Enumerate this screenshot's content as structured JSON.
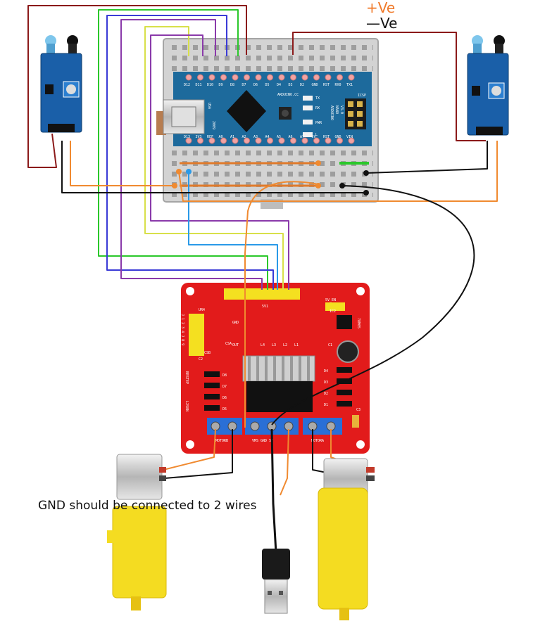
{
  "legend": {
    "positive": "+Ve",
    "negative": "—Ve",
    "positive_color": "#f07a2a",
    "negative_color": "#111111"
  },
  "note": "GND should be connected to 2 wires",
  "arduino": {
    "brand": "ARDUINO.CC",
    "model_line1": "ARDUINO",
    "model_line2": "NANO",
    "model_line3": "V3.0",
    "usa": "USA",
    "year": "2009",
    "icsp": "ICSP",
    "tx": "TX",
    "rx": "RX",
    "pwr": "PWR",
    "l": "L",
    "top_pins": [
      "D12",
      "D11",
      "D10",
      "D9",
      "D8",
      "D7",
      "D6",
      "D5",
      "D4",
      "D3",
      "D2",
      "GND",
      "RST",
      "RX0",
      "TX1"
    ],
    "bottom_pins": [
      "D13",
      "3V3",
      "REF",
      "A0",
      "A1",
      "A2",
      "A3",
      "A4",
      "A5",
      "A6",
      "A7",
      "5V",
      "RST",
      "GND",
      "VIN"
    ]
  },
  "driver": {
    "model": "L298N",
    "brand": "BESTEP",
    "motor_a": "MOTORA",
    "motor_b": "MOTORB",
    "power_terminals": "VMS GND 5V",
    "header_label": "5V1",
    "jumper_label": "5V_EN",
    "ic2": "IC2",
    "regulator": "78M05",
    "cap1": "C1",
    "cap3": "C3",
    "ur_label": "UR4",
    "jumper_rows": "J 1 2 3 4 J 8 9",
    "diodes_right": [
      "D4",
      "D3",
      "D2",
      "D1"
    ],
    "diodes_left": [
      "D8",
      "D7",
      "D6",
      "D5"
    ],
    "leds": [
      "L4",
      "L3",
      "L2",
      "L1"
    ],
    "csb": "CSB",
    "csa": "CSA",
    "gnd": "GND",
    "out": "OUT",
    "c2": "C2"
  },
  "colors": {
    "wire_red": "#8b1a1a",
    "wire_green": "#2bc82b",
    "wire_blue": "#3a3ad6",
    "wire_purple": "#8a3aaa",
    "wire_yellow": "#d8e04a",
    "wire_lightblue": "#2a9ae8",
    "wire_orange": "#f08a30",
    "wire_black": "#111111",
    "arduino": "#1d6a9c",
    "driver": "#e21b1b",
    "sensor": "#1a5fa8",
    "motor": "#f4dc21",
    "breadboard": "#d6d6d6"
  }
}
